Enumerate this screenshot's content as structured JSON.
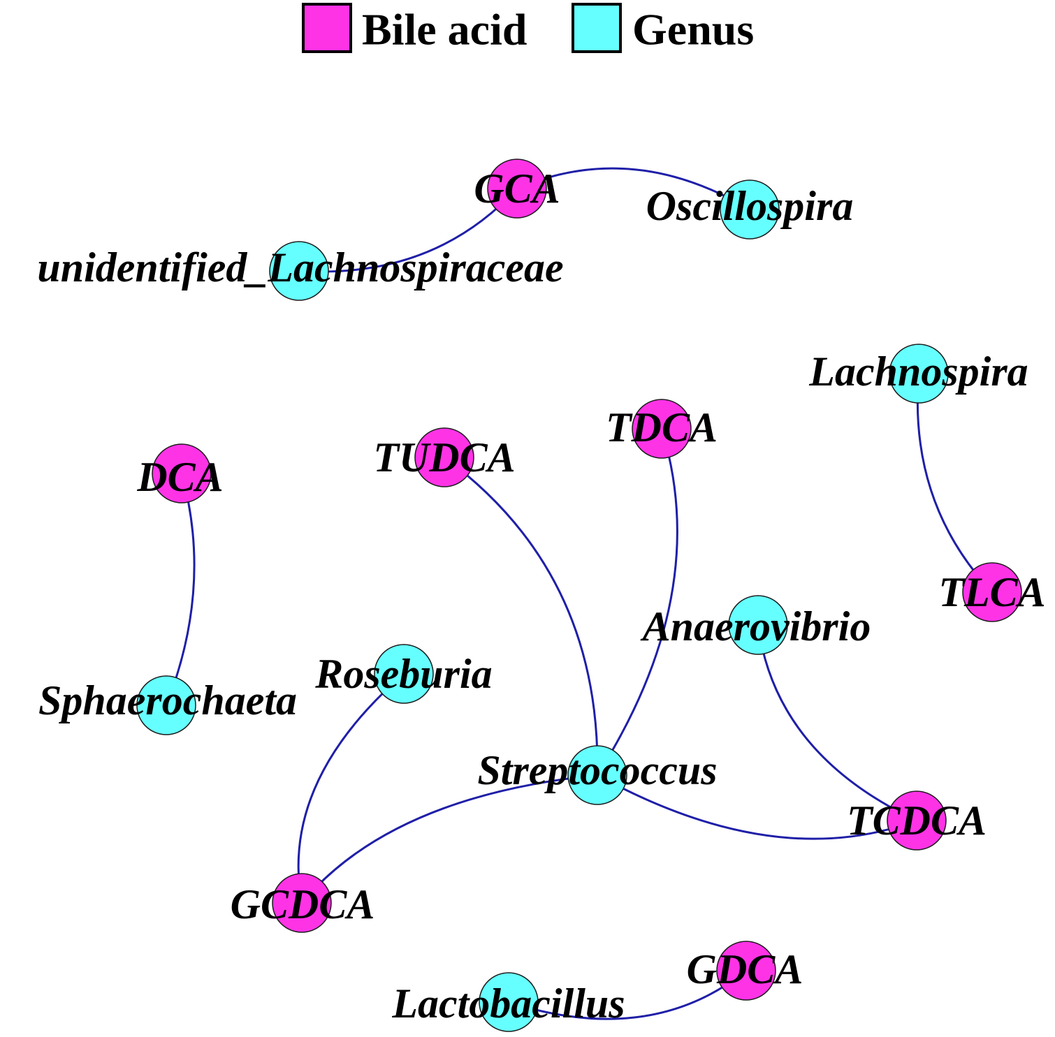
{
  "legend": [
    {
      "label": "Bile acid",
      "color": "#ff33e6"
    },
    {
      "label": "Genus",
      "color": "#66ffff"
    }
  ],
  "colors": {
    "bile_acid": "#ff33e6",
    "genus": "#66ffff",
    "edge": "#1f1fa8"
  },
  "nodes": [
    {
      "id": "gca",
      "label": "GCA",
      "kind": "bile_acid"
    },
    {
      "id": "oscillospira",
      "label": "Oscillospira",
      "kind": "genus"
    },
    {
      "id": "unidentified_lachnospiraceae",
      "label": "unidentified_Lachnospiraceae",
      "kind": "genus"
    },
    {
      "id": "lachnospira",
      "label": "Lachnospira",
      "kind": "genus"
    },
    {
      "id": "tdca",
      "label": "TDCA",
      "kind": "bile_acid"
    },
    {
      "id": "tudca",
      "label": "TUDCA",
      "kind": "bile_acid"
    },
    {
      "id": "dca",
      "label": "DCA",
      "kind": "bile_acid"
    },
    {
      "id": "tlca",
      "label": "TLCA",
      "kind": "bile_acid"
    },
    {
      "id": "anaerovibrio",
      "label": "Anaerovibrio",
      "kind": "genus"
    },
    {
      "id": "roseburia",
      "label": "Roseburia",
      "kind": "genus"
    },
    {
      "id": "sphaerochaeta",
      "label": "Sphaerochaeta",
      "kind": "genus"
    },
    {
      "id": "streptococcus",
      "label": "Streptococcus",
      "kind": "genus"
    },
    {
      "id": "tcdca",
      "label": "TCDCA",
      "kind": "bile_acid"
    },
    {
      "id": "gcdca",
      "label": "GCDCA",
      "kind": "bile_acid"
    },
    {
      "id": "gdca",
      "label": "GDCA",
      "kind": "bile_acid"
    },
    {
      "id": "lactobacillus",
      "label": "Lactobacillus",
      "kind": "genus"
    }
  ],
  "edges": [
    {
      "source": "gca",
      "target": "oscillospira"
    },
    {
      "source": "gca",
      "target": "unidentified_lachnospiraceae"
    },
    {
      "source": "lachnospira",
      "target": "tlca"
    },
    {
      "source": "dca",
      "target": "sphaerochaeta"
    },
    {
      "source": "tudca",
      "target": "streptococcus"
    },
    {
      "source": "tdca",
      "target": "streptococcus"
    },
    {
      "source": "anaerovibrio",
      "target": "tcdca"
    },
    {
      "source": "roseburia",
      "target": "gcdca"
    },
    {
      "source": "streptococcus",
      "target": "gcdca"
    },
    {
      "source": "streptococcus",
      "target": "tcdca"
    },
    {
      "source": "lactobacillus",
      "target": "gdca"
    }
  ]
}
